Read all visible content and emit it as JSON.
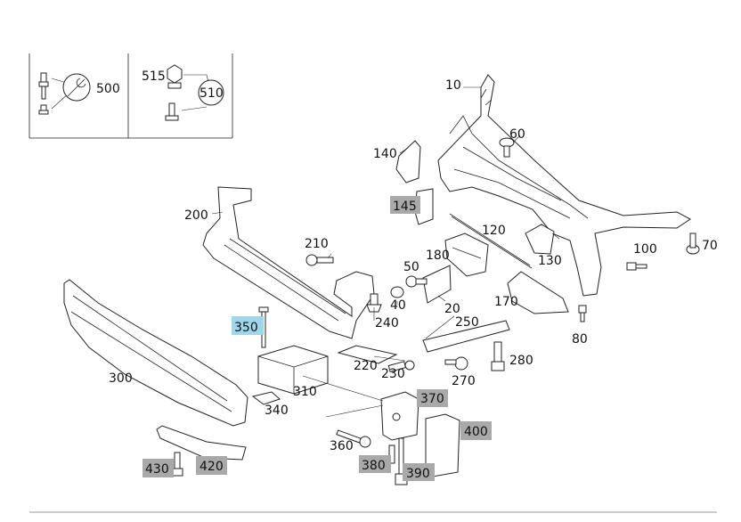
{
  "labels": {
    "p10": "10",
    "p20": "20",
    "p40": "40",
    "p50": "50",
    "p60": "60",
    "p70": "70",
    "p80": "80",
    "p100": "100",
    "p120": "120",
    "p130": "130",
    "p140": "140",
    "p145": "145",
    "p170": "170",
    "p180": "180",
    "p200": "200",
    "p210": "210",
    "p220": "220",
    "p230": "230",
    "p240": "240",
    "p250": "250",
    "p270": "270",
    "p280": "280",
    "p300": "300",
    "p310": "310",
    "p340": "340",
    "p350": "350",
    "p360": "360",
    "p370": "370",
    "p380": "380",
    "p390": "390",
    "p400": "400",
    "p420": "420",
    "p430": "430",
    "p500": "500",
    "p510": "510",
    "p515": "515"
  },
  "colors": {
    "highlight_gray": "#a9a9a9",
    "highlight_blue": "#9ed6ea",
    "line": "#222222"
  },
  "icons": {
    "repair_kit": "wrench-icon"
  }
}
